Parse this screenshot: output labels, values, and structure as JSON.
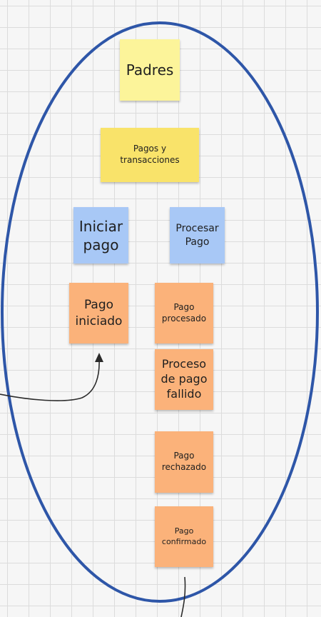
{
  "notes": {
    "padres": "Padres",
    "pagos_transacciones": "Pagos y\ntransacciones",
    "iniciar_pago": "Iniciar\npago",
    "procesar_pago": "Procesar\nPago",
    "pago_iniciado": "Pago\niniciado",
    "pago_procesado": "Pago\nprocesado",
    "proceso_fallido": "Proceso\nde pago\nfallido",
    "pago_rechazado": "Pago\nrechazado",
    "pago_confirmado": "Pago\nconfirmado"
  },
  "colors": {
    "ellipse": "#2e56a8",
    "connector": "#2b2b2b",
    "grid": "#dcdcdc",
    "note_yellow_light": "#fcf49a",
    "note_yellow": "#f9e36a",
    "note_blue": "#a8c8f6",
    "note_orange": "#fbb27a"
  }
}
